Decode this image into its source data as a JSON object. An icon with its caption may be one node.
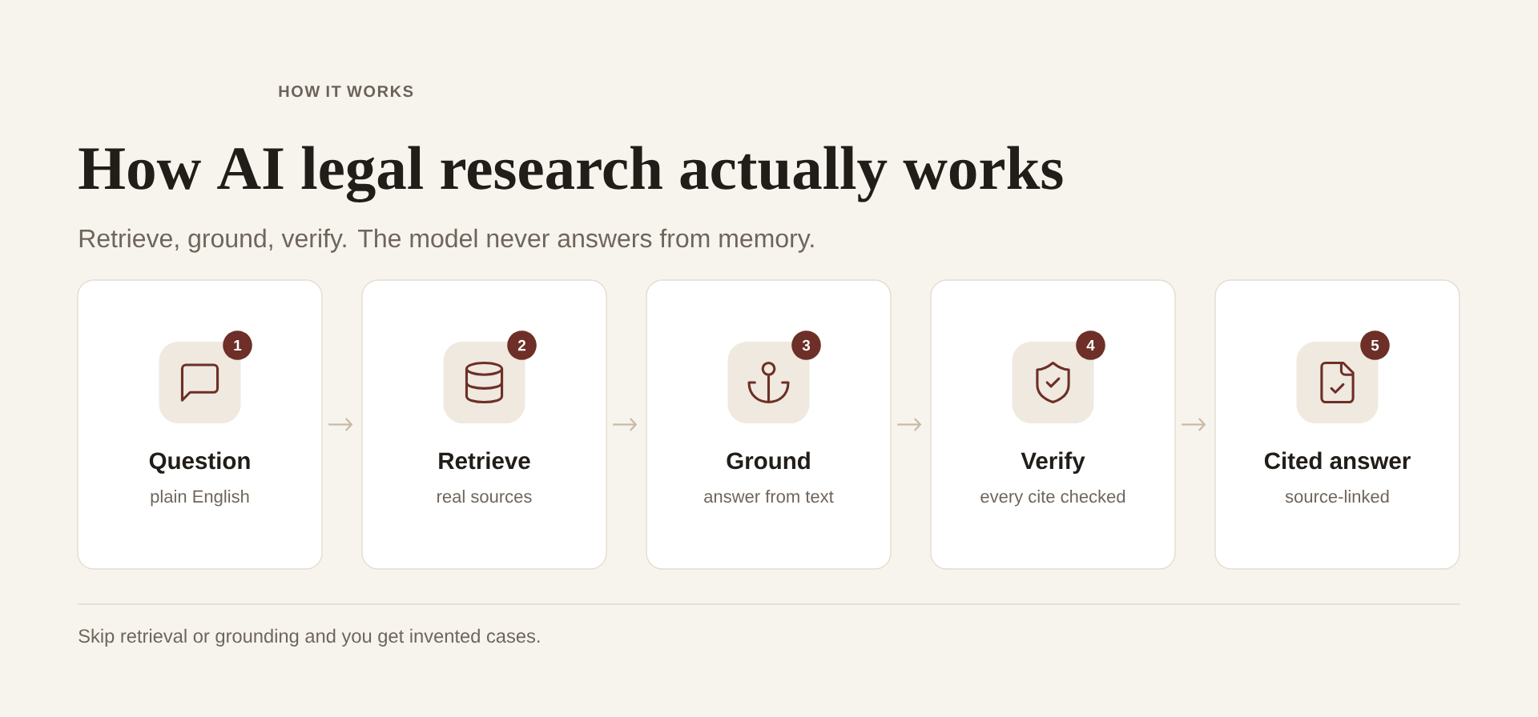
{
  "diagram": {
    "title": "How AI legal research actually works",
    "nodes": [
      {
        "text": [
          "Question",
          "plain English"
        ]
      },
      {
        "text": [
          "1"
        ],
        "in": 0
      },
      {
        "text": [
          "Retrieve",
          "real sources"
        ]
      },
      {
        "text": [
          "2"
        ],
        "in": 2
      },
      {
        "text": [
          "Ground",
          "answer from text"
        ]
      },
      {
        "text": [
          "3"
        ],
        "in": 4
      },
      {
        "text": [
          "Verify",
          "every cite checked"
        ]
      },
      {
        "text": [
          "4"
        ],
        "in": 6
      },
      {
        "text": [
          "Cited answer",
          "source-linked"
        ]
      },
      {
        "text": [
          "5"
        ],
        "in": 8
      }
    ],
    "edges": [
      {
        "from": 0,
        "to": 2,
        "arrow": "to"
      },
      {
        "from": 2,
        "to": 4,
        "arrow": "to"
      },
      {
        "from": 4,
        "to": 6,
        "arrow": "to"
      },
      {
        "from": 6,
        "to": 8,
        "arrow": "to"
      }
    ],
    "labels": [
      "HOW IT WORKS",
      "Retrieve, ground, verify. The model never answers from memory.",
      "Skip retrieval or grounding and you get invented cases."
    ]
  }
}
